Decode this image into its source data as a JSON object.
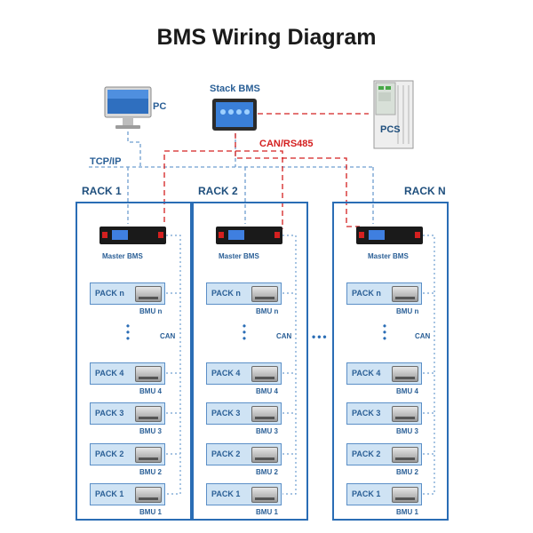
{
  "title": "BMS Wiring Diagram",
  "pc_label": "PC",
  "stack_bms_label": "Stack BMS",
  "pcs_label": "PCS",
  "can_rs485_label": "CAN/RS485",
  "tcp_ip_label": "TCP/IP",
  "can_label": "CAN",
  "ellipsis": "•••",
  "master_bms_label": "Master BMS",
  "racks": [
    {
      "name": "RACK 1",
      "packs": [
        {
          "pack": "PACK  n",
          "bmu": "BMU  n"
        },
        {
          "pack": "PACK  4",
          "bmu": "BMU  4"
        },
        {
          "pack": "PACK  3",
          "bmu": "BMU  3"
        },
        {
          "pack": "PACK  2",
          "bmu": "BMU  2"
        },
        {
          "pack": "PACK  1",
          "bmu": "BMU  1"
        }
      ]
    },
    {
      "name": "RACK 2",
      "packs": [
        {
          "pack": "PACK  n",
          "bmu": "BMU  n"
        },
        {
          "pack": "PACK  4",
          "bmu": "BMU  4"
        },
        {
          "pack": "PACK  3",
          "bmu": "BMU  3"
        },
        {
          "pack": "PACK  2",
          "bmu": "BMU  2"
        },
        {
          "pack": "PACK  1",
          "bmu": "BMU  1"
        }
      ]
    },
    {
      "name": "RACK N",
      "packs": [
        {
          "pack": "PACK  n",
          "bmu": "BMU  n"
        },
        {
          "pack": "PACK  4",
          "bmu": "BMU  4"
        },
        {
          "pack": "PACK  3",
          "bmu": "BMU  3"
        },
        {
          "pack": "PACK  2",
          "bmu": "BMU  2"
        },
        {
          "pack": "PACK  1",
          "bmu": "BMU  1"
        }
      ]
    }
  ],
  "colors": {
    "rs485_line": "#d42020",
    "tcp_line": "#6f9fd0",
    "rack_border": "#2a6db5"
  }
}
